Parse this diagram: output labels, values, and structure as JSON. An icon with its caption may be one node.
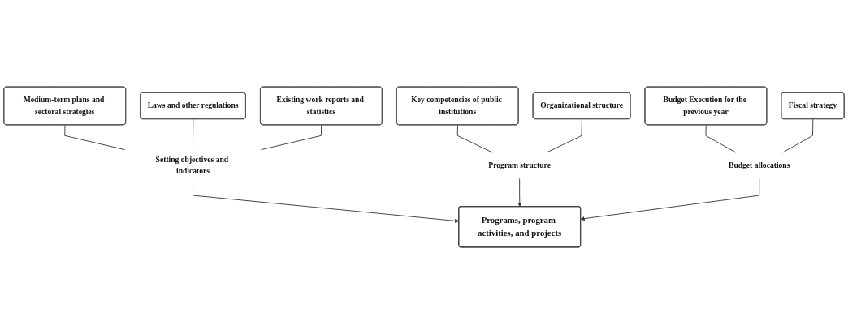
{
  "diagram": {
    "nodes": [
      {
        "text": [
          "Medium-term plans and sectoral strategies"
        ]
      },
      {
        "text": [
          "Laws and other regulations"
        ]
      },
      {
        "text": [
          "Existing work reports and statistics"
        ]
      },
      {
        "text": [
          "Setting objectives and indicators"
        ]
      },
      {
        "text": [
          "Key competencies of public institutions"
        ]
      },
      {
        "text": [
          "Budget Execution for the previous year"
        ]
      },
      {
        "text": [
          "Program structure"
        ]
      },
      {
        "text": [
          "Programs, program activities, and projects"
        ]
      },
      {
        "text": [
          "Budget allocations"
        ]
      },
      {
        "text": [
          "Organizational structure"
        ]
      },
      {
        "text": [
          "Fiscal strategy"
        ]
      }
    ],
    "edges": [
      {
        "from": 0,
        "to": 3,
        "arrow": "none"
      },
      {
        "from": 1,
        "to": 3,
        "arrow": "none"
      },
      {
        "from": 2,
        "to": 3,
        "arrow": "none"
      },
      {
        "from": 3,
        "to": 7,
        "arrow": "to"
      },
      {
        "from": 4,
        "to": 6,
        "arrow": "none"
      },
      {
        "from": 9,
        "to": 6,
        "arrow": "none"
      },
      {
        "from": 6,
        "to": 7,
        "arrow": "to"
      },
      {
        "from": 5,
        "to": 8,
        "arrow": "none"
      },
      {
        "from": 10,
        "to": 8,
        "arrow": "none"
      },
      {
        "from": 8,
        "to": 7,
        "arrow": "to"
      }
    ]
  }
}
